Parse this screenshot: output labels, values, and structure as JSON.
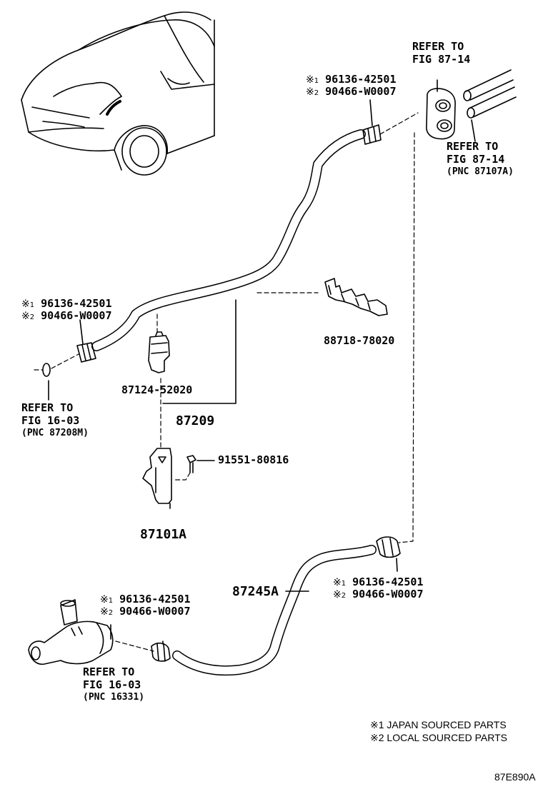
{
  "refs": {
    "ref_fig8714_a": {
      "l1": "REFER TO",
      "l2": "FIG 87-14"
    },
    "ref_fig8714_b": {
      "l1": "REFER TO",
      "l2": "FIG 87-14",
      "l3": "(PNC 87107A)"
    },
    "ref_fig1603_a": {
      "l1": "REFER TO",
      "l2": "FIG 16-03",
      "l3": "(PNC 87208M)"
    },
    "ref_fig1603_b": {
      "l1": "REFER TO",
      "l2": "FIG 16-03",
      "l3": "(PNC 16331)"
    }
  },
  "callouts": {
    "clamp_top": {
      "m1": "※",
      "n1": "1",
      "p1": "96136-42501",
      "m2": "※",
      "n2": "2",
      "p2": "90466-W0007"
    },
    "clamp_left": {
      "m1": "※",
      "n1": "1",
      "p1": "96136-42501",
      "m2": "※",
      "n2": "2",
      "p2": "90466-W0007"
    },
    "clamp_right": {
      "m1": "※",
      "n1": "1",
      "p1": "96136-42501",
      "m2": "※",
      "n2": "2",
      "p2": "90466-W0007"
    },
    "clamp_bottom": {
      "m1": "※",
      "n1": "1",
      "p1": "96136-42501",
      "m2": "※",
      "n2": "2",
      "p2": "90466-W0007"
    }
  },
  "parts": {
    "clip": "88718-78020",
    "valve": "87124-52020",
    "hose_assy": "87209",
    "bolt": "91551-80816",
    "bracket": "87101A",
    "lower_hose": "87245A"
  },
  "legend": {
    "item1": "※1 JAPAN SOURCED PARTS",
    "item2": "※2 LOCAL SOURCED PARTS"
  },
  "figure_code": "87E890A"
}
